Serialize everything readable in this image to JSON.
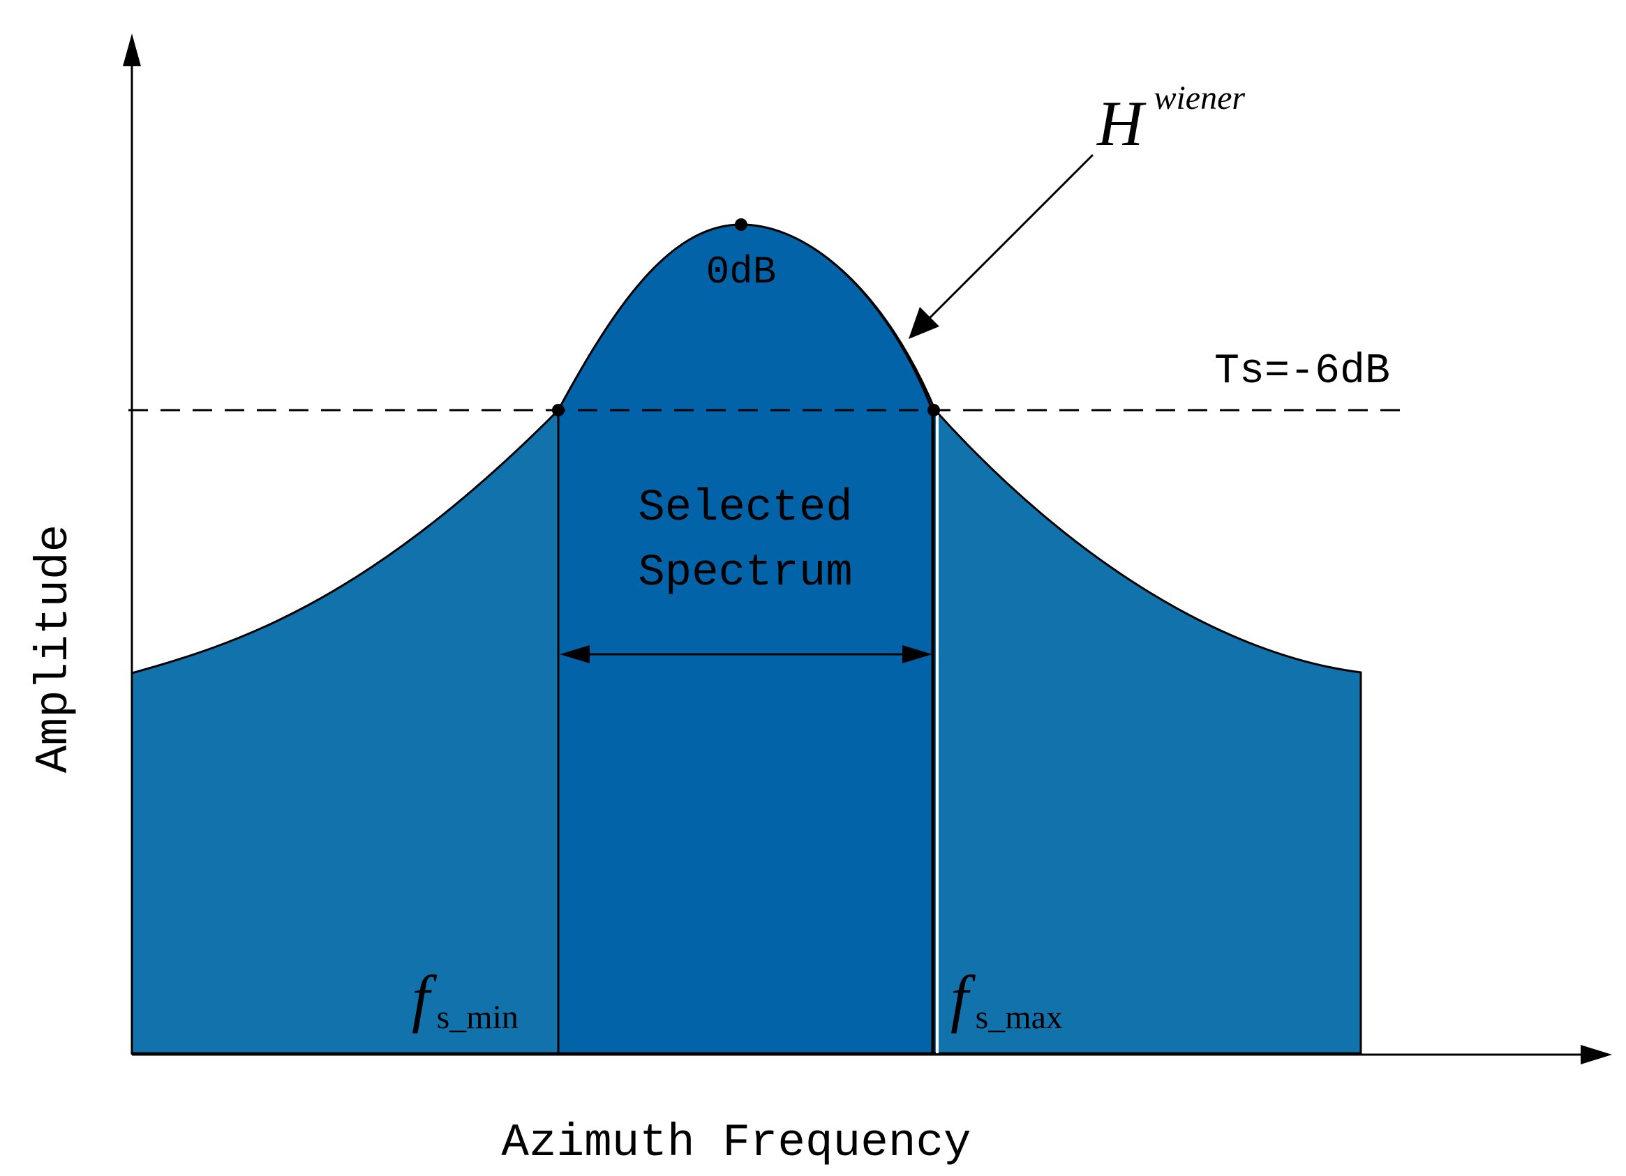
{
  "diagram": {
    "peak_label": "0dB",
    "threshold_label": "Ts=-6dB",
    "filter_label_main": "H",
    "filter_label_sup": "wiener",
    "selected_label_line1": "Selected",
    "selected_label_line2": "Spectrum",
    "fmin_main": "f",
    "fmin_sub": "s_min",
    "fmax_main": "f",
    "fmax_sub": "s_max",
    "x_axis_label": "Azimuth Frequency",
    "y_axis_label": "Amplitude"
  },
  "colors": {
    "outer_fill": "#1272ab",
    "selected_fill": "#0263a8",
    "stroke": "#000000",
    "background": "#ffffff"
  }
}
